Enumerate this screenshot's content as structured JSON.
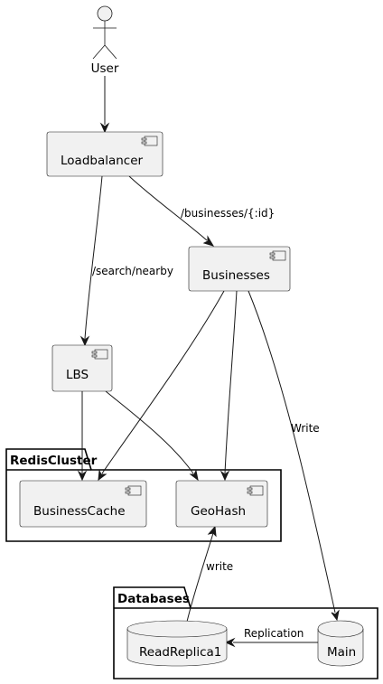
{
  "actor": {
    "label": "User"
  },
  "components": {
    "loadbalancer": "Loadbalancer",
    "businesses": "Businesses",
    "lbs": "LBS",
    "business_cache": "BusinessCache",
    "geohash": "GeoHash"
  },
  "packages": {
    "redis_cluster": "RedisCluster",
    "databases": "Databases"
  },
  "databases": {
    "read_replica": "ReadReplica1",
    "main": "Main"
  },
  "edge_labels": {
    "businesses_route": "/businesses/{:id}",
    "search_route": "/search/nearby",
    "write_main": "Write",
    "write_geohash": "write",
    "replication": "Replication"
  }
}
